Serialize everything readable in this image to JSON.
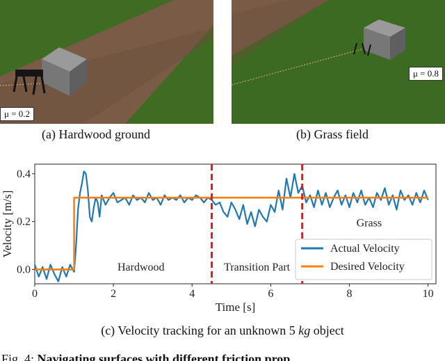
{
  "panels": [
    {
      "mu_label": "μ = 0.2",
      "caption": "(a)  Hardwood ground"
    },
    {
      "mu_label": "μ = 0.8",
      "caption": "(b)  Grass field"
    }
  ],
  "chart_caption_prefix": "(c)  Velocity tracking for an unknown 5 ",
  "chart_caption_unit": "kg",
  "chart_caption_suffix": " object",
  "figure_caption_label": "Fig. 4: ",
  "figure_caption_bold": "Navigating surfaces with different friction prop",
  "colors": {
    "actual": "#1f77b4",
    "desired": "#ff7f0e",
    "divider": "#e31a1c",
    "ground_dirt": "#7a5c46",
    "grass": "#3f6b23"
  },
  "chart_data": {
    "type": "line",
    "xlabel": "Time [s]",
    "ylabel": "Velocity [m/s]",
    "xlim": [
      0,
      10.2
    ],
    "ylim": [
      -0.06,
      0.44
    ],
    "xticks": [
      0,
      2,
      4,
      6,
      8,
      10
    ],
    "yticks": [
      0.0,
      0.2,
      0.4
    ],
    "ytick_labels": [
      "0.0",
      "0.2",
      "0.4"
    ],
    "vlines": [
      4.5,
      6.8
    ],
    "region_labels": [
      {
        "text": "Hardwood",
        "x": 2.7,
        "y": -0.005
      },
      {
        "text": "Transition Part",
        "x": 5.65,
        "y": -0.005
      },
      {
        "text": "Grass",
        "x": 8.5,
        "y": 0.18
      }
    ],
    "legend": {
      "position": "lower right"
    },
    "series": [
      {
        "name": "Actual Velocity",
        "color": "#1f77b4",
        "x": [
          0,
          0.1,
          0.2,
          0.3,
          0.4,
          0.5,
          0.6,
          0.7,
          0.8,
          0.9,
          1.0,
          1.05,
          1.1,
          1.15,
          1.2,
          1.25,
          1.3,
          1.35,
          1.4,
          1.45,
          1.5,
          1.55,
          1.6,
          1.65,
          1.7,
          1.8,
          1.9,
          2.0,
          2.1,
          2.2,
          2.3,
          2.4,
          2.5,
          2.6,
          2.7,
          2.8,
          2.9,
          3.0,
          3.1,
          3.2,
          3.3,
          3.4,
          3.5,
          3.6,
          3.7,
          3.8,
          3.9,
          4.0,
          4.1,
          4.2,
          4.3,
          4.4,
          4.5,
          4.6,
          4.7,
          4.8,
          4.9,
          5.0,
          5.1,
          5.2,
          5.3,
          5.4,
          5.5,
          5.6,
          5.7,
          5.8,
          5.9,
          6.0,
          6.1,
          6.2,
          6.3,
          6.4,
          6.5,
          6.6,
          6.7,
          6.8,
          6.9,
          7.0,
          7.1,
          7.2,
          7.3,
          7.4,
          7.5,
          7.6,
          7.7,
          7.8,
          7.9,
          8.0,
          8.1,
          8.2,
          8.3,
          8.4,
          8.5,
          8.6,
          8.7,
          8.8,
          8.9,
          9.0,
          9.1,
          9.2,
          9.3,
          9.4,
          9.5,
          9.6,
          9.7,
          9.8,
          9.9,
          10.0
        ],
        "y": [
          0.02,
          -0.03,
          0.01,
          -0.04,
          0.02,
          -0.02,
          -0.05,
          0.01,
          -0.03,
          0.02,
          -0.01,
          0.1,
          0.25,
          0.32,
          0.36,
          0.41,
          0.4,
          0.33,
          0.22,
          0.2,
          0.26,
          0.3,
          0.28,
          0.22,
          0.31,
          0.27,
          0.3,
          0.32,
          0.28,
          0.29,
          0.3,
          0.27,
          0.31,
          0.29,
          0.3,
          0.28,
          0.32,
          0.29,
          0.3,
          0.27,
          0.31,
          0.29,
          0.3,
          0.29,
          0.31,
          0.28,
          0.3,
          0.29,
          0.31,
          0.3,
          0.28,
          0.3,
          0.29,
          0.27,
          0.28,
          0.24,
          0.22,
          0.28,
          0.25,
          0.21,
          0.27,
          0.19,
          0.24,
          0.18,
          0.25,
          0.22,
          0.2,
          0.27,
          0.24,
          0.33,
          0.25,
          0.38,
          0.3,
          0.4,
          0.32,
          0.35,
          0.28,
          0.31,
          0.26,
          0.33,
          0.27,
          0.32,
          0.26,
          0.3,
          0.33,
          0.27,
          0.31,
          0.26,
          0.32,
          0.28,
          0.33,
          0.27,
          0.3,
          0.26,
          0.32,
          0.29,
          0.34,
          0.27,
          0.31,
          0.25,
          0.33,
          0.29,
          0.31,
          0.27,
          0.32,
          0.28,
          0.33,
          0.29
        ]
      },
      {
        "name": "Desired Velocity",
        "color": "#ff7f0e",
        "x": [
          0,
          1.0,
          1.0,
          10.0
        ],
        "y": [
          0.0,
          0.0,
          0.3,
          0.3
        ]
      }
    ]
  }
}
